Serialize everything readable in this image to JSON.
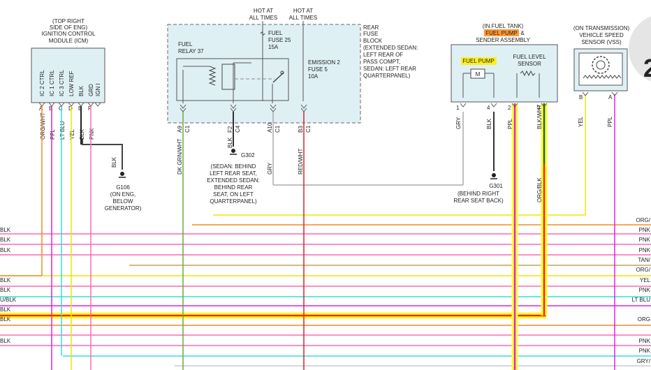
{
  "icm": {
    "title_lines": [
      "(TOP RIGHT",
      "SIDE OF ENG)",
      "IGNITION CONTROL",
      "MODULE (ICM)"
    ],
    "pins": [
      {
        "name": "IC 2 CTRL",
        "letter": "A",
        "wire": "ORG/WHT",
        "color": "#f28c28"
      },
      {
        "name": "IC 1 CTRL",
        "letter": "B",
        "wire": "PPL",
        "color": "#e020e0"
      },
      {
        "name": "IC 3 CTRL",
        "letter": "C",
        "wire": "LT BLU",
        "color": "#33dddd"
      },
      {
        "name": "LOW REF",
        "letter": "D",
        "wire": "YEL",
        "color": "#e8e800"
      },
      {
        "name": "BLK",
        "letter": "E",
        "wire": "BLK",
        "color": "#222222"
      },
      {
        "name": "GRD",
        "letter": "F",
        "wire": "PNK",
        "color": "#ff69b4"
      },
      {
        "name": "IGN I",
        "letter": "",
        "wire": "",
        "color": "#ff69b4"
      }
    ],
    "ground_wire": "BLK",
    "ground_name": "G106",
    "ground_desc": [
      "(ON ENG,",
      "BELOW",
      "GENERATOR)"
    ]
  },
  "fuse_block": {
    "hot1": [
      "HOT AT",
      "ALL TIMES"
    ],
    "hot2": [
      "HOT AT",
      "ALL TIMES"
    ],
    "fuel_fuse": [
      "FUEL",
      "FUSE 25",
      "15A"
    ],
    "emission_fuse": [
      "EMISSION 2",
      "FUSE 5",
      "10A"
    ],
    "relay": [
      "FUEL",
      "RELAY 37"
    ],
    "block_desc": [
      "REAR",
      "FUSE",
      "BLOCK",
      "(EXTENDED SEDAN:",
      "LEFT REAR OF",
      "PASS COMPT,",
      "SEDAN: LEFT REAR",
      "QUARTERPANEL)"
    ],
    "connectors": [
      {
        "pin": "A9",
        "conn": "C1",
        "wire": "DK GRN/WHT"
      },
      {
        "pin": "F2",
        "conn": "C4",
        "wire": "BLK"
      },
      {
        "pin": "A10",
        "conn": "C1",
        "wire": "GRY"
      },
      {
        "pin": "B3",
        "conn": "C1",
        "wire": "RED/WHT"
      }
    ],
    "ground_name": "G302",
    "ground_desc": [
      "(SEDAN: BEHIND",
      "LEFT REAR SEAT,",
      "EXTENDED SEDAN:",
      "BEHIND REAR",
      "SEAT, ON LEFT",
      "QUARTERPANEL)"
    ]
  },
  "fuel_pump": {
    "title_top": "(IN FUEL TANK)",
    "title_highlight": "FUEL PUMP",
    "title_amp": "&",
    "title_bottom": "SENDER ASSEMBLY",
    "pump_label": "FUEL PUMP",
    "sensor_label": [
      "FUEL LEVEL",
      "SENSOR"
    ],
    "pins": [
      {
        "num": "1",
        "wire": "GRY"
      },
      {
        "num": "4",
        "wire": "BLK"
      },
      {
        "num": "2",
        "wire": "PPL"
      },
      {
        "num": "3",
        "wire": "BLK/WHT"
      }
    ],
    "lower_wire": "ORG/BLK",
    "ground_name": "G301",
    "ground_desc": [
      "(BEHIND RIGHT",
      "REAR SEAT BACK)"
    ]
  },
  "vss": {
    "title": [
      "(ON TRANSMISSION)",
      "VEHICLE SPEED",
      "SENSOR (VSS)"
    ],
    "pins": [
      {
        "letter": "B",
        "wire": "YEL"
      },
      {
        "letter": "A",
        "wire": "PPL"
      }
    ]
  },
  "left_edge_labels": [
    "BLK",
    "BLK",
    "BLK",
    "BLK",
    "BLK",
    "U/BLK",
    "BLK",
    "BLK",
    "BLK"
  ],
  "right_edge_labels": [
    "ORG/",
    "PNK",
    "PNK",
    "PNK",
    "TAN/",
    "ORG/",
    "YEL",
    "PNK",
    "LT BLU",
    "ORG",
    "PNK",
    "PNK",
    "GRY/"
  ]
}
